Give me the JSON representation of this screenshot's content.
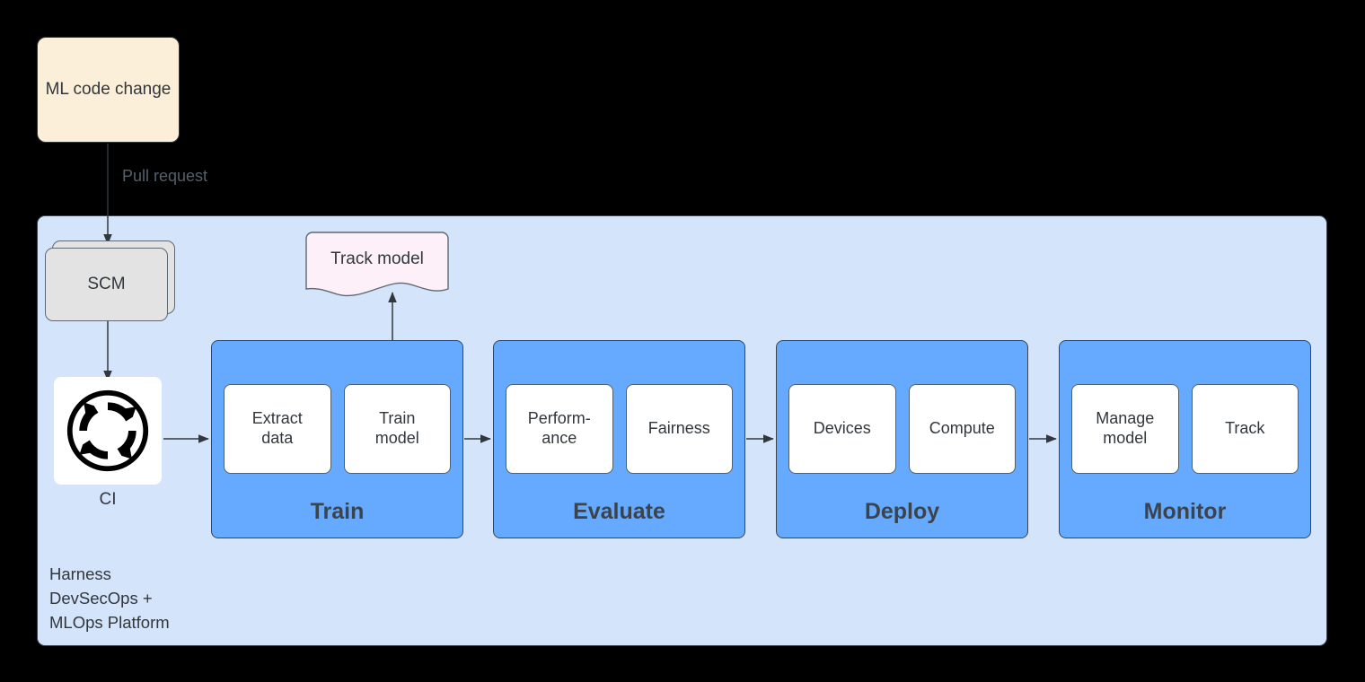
{
  "source": {
    "ml_code_change": "ML code change",
    "pull_request_label": "Pull request"
  },
  "platform": {
    "caption": "Harness\nDevSecOps +\nMLOps Platform",
    "scm_label": "SCM",
    "ci_label": "CI",
    "ci_icon": "continuous-integration-cycle-icon"
  },
  "artifact": {
    "track_model": "Track model"
  },
  "pipeline": {
    "stages": [
      {
        "title": "Train",
        "steps": [
          "Extract\ndata",
          "Train\nmodel"
        ]
      },
      {
        "title": "Evaluate",
        "steps": [
          "Perform-\nance",
          "Fairness"
        ]
      },
      {
        "title": "Deploy",
        "steps": [
          "Devices",
          "Compute"
        ]
      },
      {
        "title": "Monitor",
        "steps": [
          "Manage\nmodel",
          "Track"
        ]
      }
    ]
  },
  "colors": {
    "background": "#000000",
    "source_fill": "#fcefd9",
    "container_fill": "#d4e4fb",
    "stage_fill": "#66aaff",
    "scm_fill": "#e3e3e3",
    "doc_fill": "#fdf0f8",
    "step_fill": "#ffffff",
    "stroke": "#31373d",
    "edge_label": "#55606b"
  }
}
